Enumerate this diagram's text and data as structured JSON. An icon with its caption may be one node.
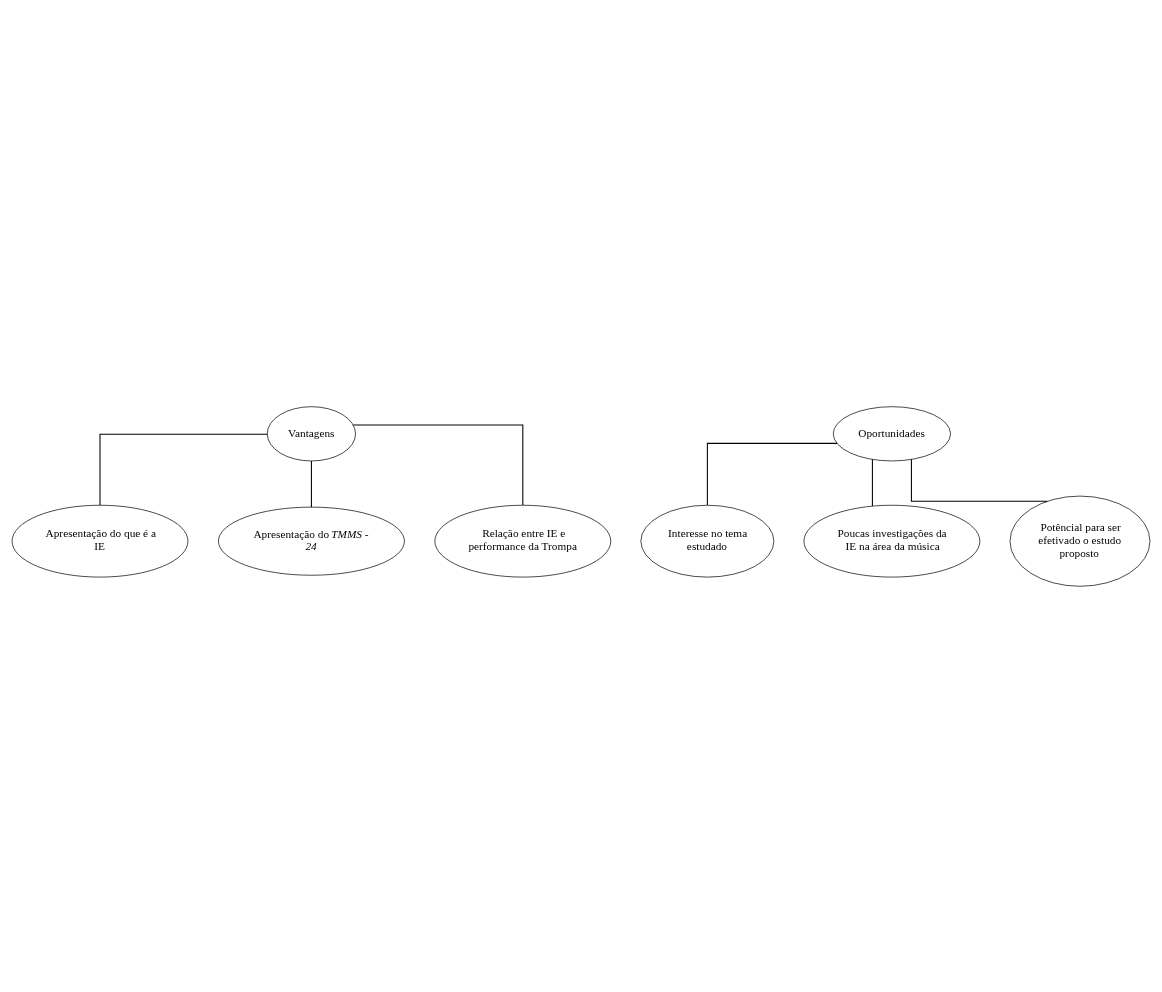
{
  "diagram": {
    "nodes": [
      {
        "text": [
          "Vantagens"
        ]
      },
      {
        "text": [
          "Apresentação do que é a IE"
        ]
      },
      {
        "text": [
          "Apresentação do *TMMS - 24*"
        ]
      },
      {
        "text": [
          "Relação entre IE e performance da Trompa"
        ]
      },
      {
        "text": [
          "Oportunidades"
        ]
      },
      {
        "text": [
          "Interesse no tema estudado"
        ]
      },
      {
        "text": [
          "Poucas investigações da IE na área da música"
        ]
      },
      {
        "text": [
          "Potêncial para ser efetivado o estudo proposto"
        ]
      }
    ],
    "edges": [
      {
        "from": 0,
        "to": 1,
        "arrow": "none"
      },
      {
        "from": 0,
        "to": 2,
        "arrow": "none"
      },
      {
        "from": 0,
        "to": 3,
        "arrow": "none"
      },
      {
        "from": 4,
        "to": 5,
        "arrow": "none"
      },
      {
        "from": 4,
        "to": 6,
        "arrow": "none"
      },
      {
        "from": 4,
        "to": 7,
        "arrow": "none"
      }
    ]
  }
}
